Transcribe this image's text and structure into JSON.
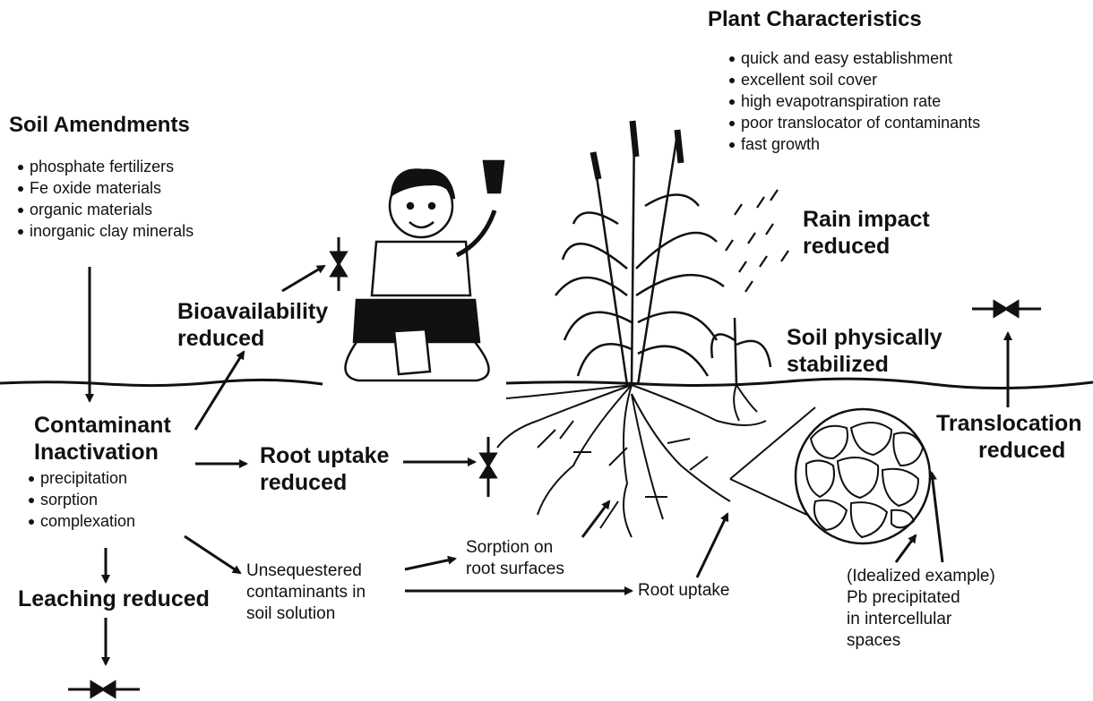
{
  "soil_amendments": {
    "title": "Soil Amendments",
    "items": [
      "phosphate fertilizers",
      "Fe oxide materials",
      "organic materials",
      "inorganic clay minerals"
    ]
  },
  "plant_characteristics": {
    "title": "Plant Characteristics",
    "items": [
      "quick and easy establishment",
      "excellent soil cover",
      "high evapotranspiration rate",
      "poor translocator of contaminants",
      "fast growth"
    ]
  },
  "contaminant_inactivation": {
    "title_line1": "Contaminant",
    "title_line2": "Inactivation",
    "items": [
      "precipitation",
      "sorption",
      "complexation"
    ]
  },
  "bioavailability": {
    "line1": "Bioavailability",
    "line2": "reduced"
  },
  "rain_impact": {
    "line1": "Rain impact",
    "line2": "reduced"
  },
  "soil_stabilized": {
    "line1": "Soil physically",
    "line2": "stabilized"
  },
  "translocation": {
    "line1": "Translocation",
    "line2": "reduced"
  },
  "root_uptake_reduced": {
    "line1": "Root uptake",
    "line2": "reduced"
  },
  "leaching": {
    "label": "Leaching reduced"
  },
  "unsequestered": {
    "line1": "Unsequestered",
    "line2": "contaminants in",
    "line3": "soil solution"
  },
  "sorption_root": {
    "line1": "Sorption on",
    "line2": "root surfaces"
  },
  "root_uptake": {
    "label": "Root uptake"
  },
  "idealized": {
    "line1": "(Idealized example)",
    "line2": "Pb precipitated",
    "line3": "in intercellular",
    "line4": "spaces"
  }
}
